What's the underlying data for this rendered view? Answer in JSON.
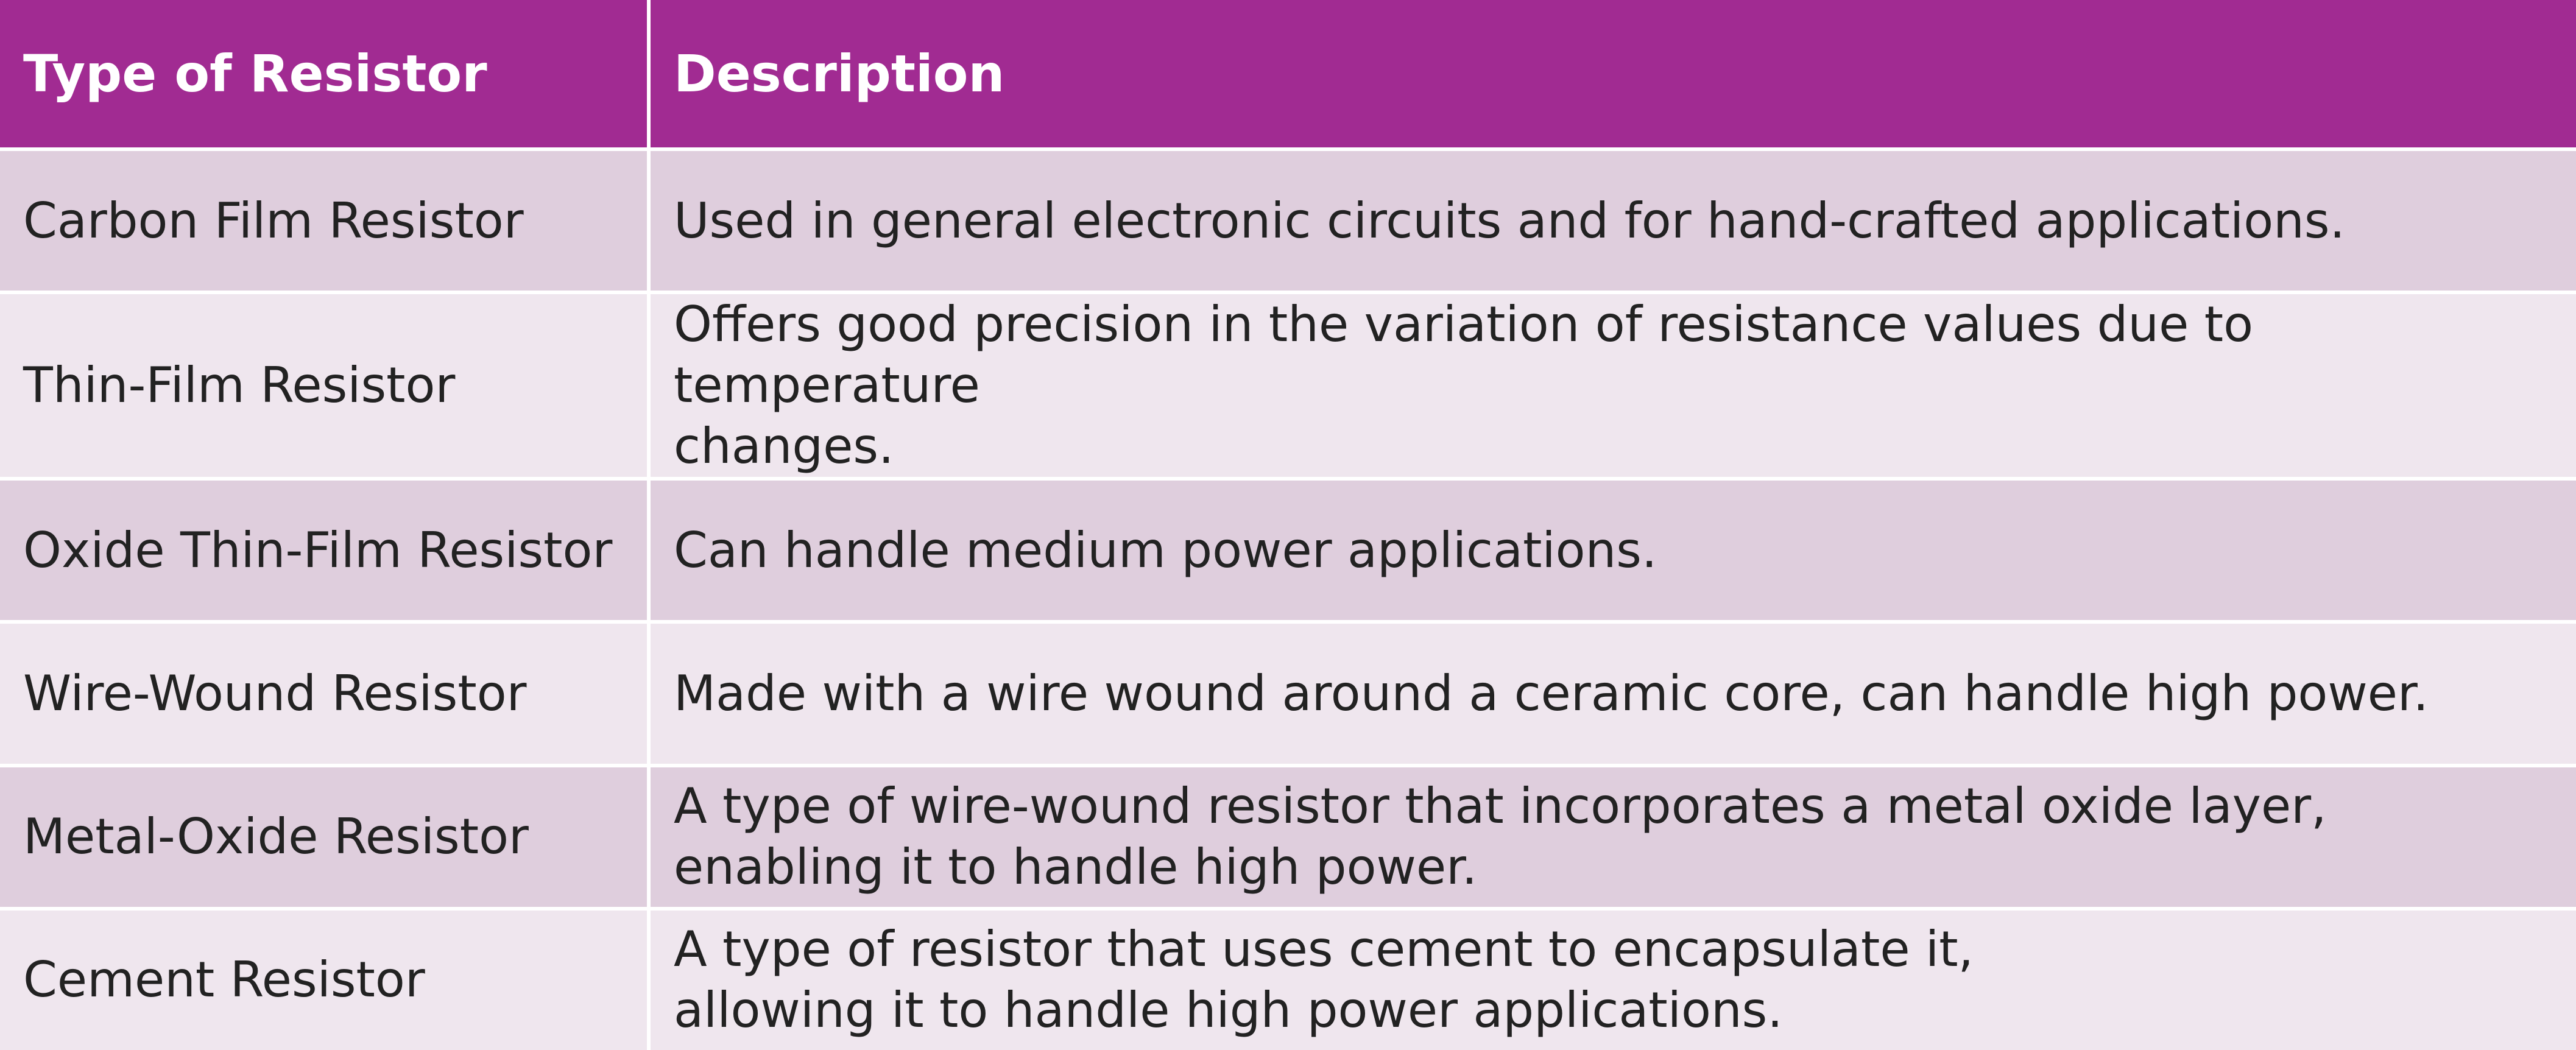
{
  "table": {
    "headers": {
      "type": "Type of Resistor",
      "description": "Description"
    },
    "rows": [
      {
        "type": "Carbon Film Resistor",
        "description": "Used in general electronic circuits and for hand-crafted applications."
      },
      {
        "type": "Thin-Film Resistor",
        "description": "Offers good precision in the variation of resistance values due to temperature\nchanges."
      },
      {
        "type": "Oxide Thin-Film Resistor",
        "description": "Can handle medium power applications."
      },
      {
        "type": "Wire-Wound Resistor",
        "description": "Made with a wire wound around a ceramic core, can handle high power."
      },
      {
        "type": "Metal-Oxide Resistor",
        "description": "A type of wire-wound resistor that incorporates a metal oxide layer,\nenabling it to handle high power."
      },
      {
        "type": "Cement Resistor",
        "description": "A type of resistor that uses cement to encapsulate it,\nallowing it to handle high power applications."
      }
    ]
  },
  "colors": {
    "header_bg": "#a12b92",
    "row_dark": "#dfcedd",
    "row_light": "#efe6ee"
  }
}
